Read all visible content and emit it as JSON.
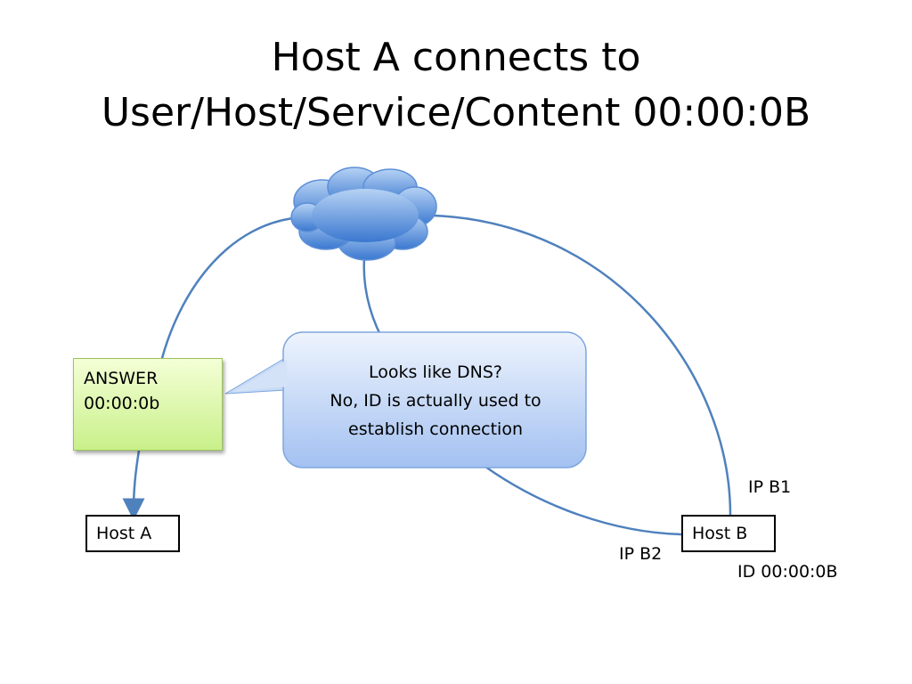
{
  "title": {
    "line1": "Host A connects to",
    "line2": "User/Host/Service/Content 00:00:0B"
  },
  "hosts": {
    "host_a": "Host A",
    "host_b": "Host B"
  },
  "answer": {
    "line1": "ANSWER",
    "line2": "00:00:0b"
  },
  "callout": {
    "line1": "Looks like DNS?",
    "line2": "No, ID is actually used to",
    "line3": "establish connection"
  },
  "labels": {
    "ip_b1": "IP B1",
    "ip_b2": "IP B2",
    "id_b": "ID 00:00:0B"
  },
  "icons": {
    "cloud": "network-cloud-icon"
  },
  "colors": {
    "link": "#4f81bd",
    "cloud_light": "#a9c8f0",
    "cloud_dark": "#3a78d0",
    "callout_light": "#e8f0fc",
    "callout_dark": "#a7c4f2",
    "answer_light": "#f4ffd6",
    "answer_dark": "#c9f08a"
  }
}
